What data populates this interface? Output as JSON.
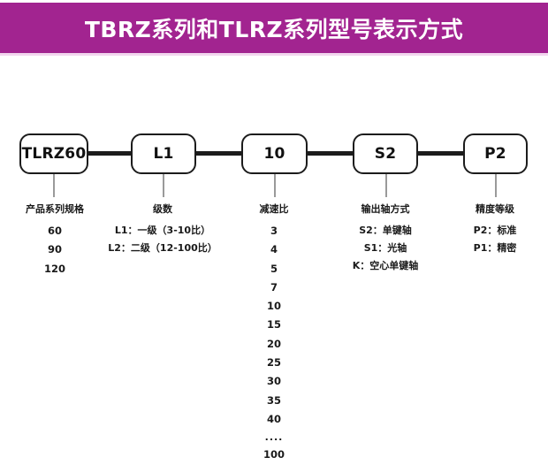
{
  "banner": {
    "title": "TBRZ系列和TLRZ系列型号表示方式",
    "background_color": "#a22490",
    "text_color": "#ffffff",
    "underline_color": "#f2d6ee"
  },
  "diagram": {
    "type": "model-code-breakdown",
    "line_color": "#1c1c1c",
    "dropline_color": "#9a9a9a",
    "nodes": [
      {
        "code": "TLRZ60"
      },
      {
        "code": "L1"
      },
      {
        "code": "10"
      },
      {
        "code": "S2"
      },
      {
        "code": "P2"
      }
    ],
    "columns": [
      {
        "title": "产品系列规格",
        "items": [
          "60",
          "90",
          "120"
        ],
        "item_style": "num"
      },
      {
        "title": "级数",
        "items": [
          "L1：一级（3-10比）",
          "L2：二级（12-100比）"
        ],
        "item_style": "cn"
      },
      {
        "title": "减速比",
        "items": [
          "3",
          "4",
          "5",
          "7",
          "10",
          "15",
          "20",
          "25",
          "30",
          "35",
          "40",
          "....",
          "100"
        ],
        "item_style": "num"
      },
      {
        "title": "输出轴方式",
        "items": [
          "S2：单键轴",
          "S1：光轴",
          "K：空心单键轴"
        ],
        "item_style": "cn"
      },
      {
        "title": "精度等级",
        "items": [
          "P2：标准",
          "P1：精密"
        ],
        "item_style": "cn"
      }
    ]
  }
}
